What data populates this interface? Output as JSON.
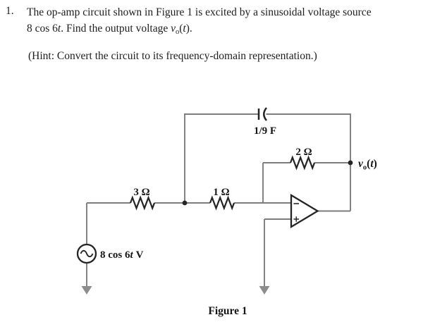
{
  "problem": {
    "number": "1.",
    "line1": "The op-amp circuit shown in Figure 1 is excited by a sinusoidal voltage source",
    "line2": {
      "r0": "8 cos 6",
      "r1": "t",
      "r2": ". Find the output voltage ",
      "r3": "v",
      "r4": "o",
      "r5": "(",
      "r6": "t",
      "r7": ")."
    },
    "hint": "(Hint: Convert the circuit to its frequency-domain representation.)"
  },
  "figure": {
    "caption": "Figure 1",
    "capacitor": {
      "label": "1/9 F"
    },
    "resistor_input": {
      "label": "3 Ω"
    },
    "resistor_series": {
      "label": "1 Ω"
    },
    "resistor_feedback": {
      "label": "2 Ω"
    },
    "source": {
      "r0": "8 cos 6",
      "r1": "t",
      "r2": "V"
    },
    "output": {
      "v": "v",
      "sub": "o",
      "open": "(",
      "t": "t",
      "close": ")"
    },
    "colors": {
      "wire": "#7d7d7d",
      "component": "#242424",
      "ground_fill": "#8d8d8d",
      "label": "#161616"
    }
  }
}
